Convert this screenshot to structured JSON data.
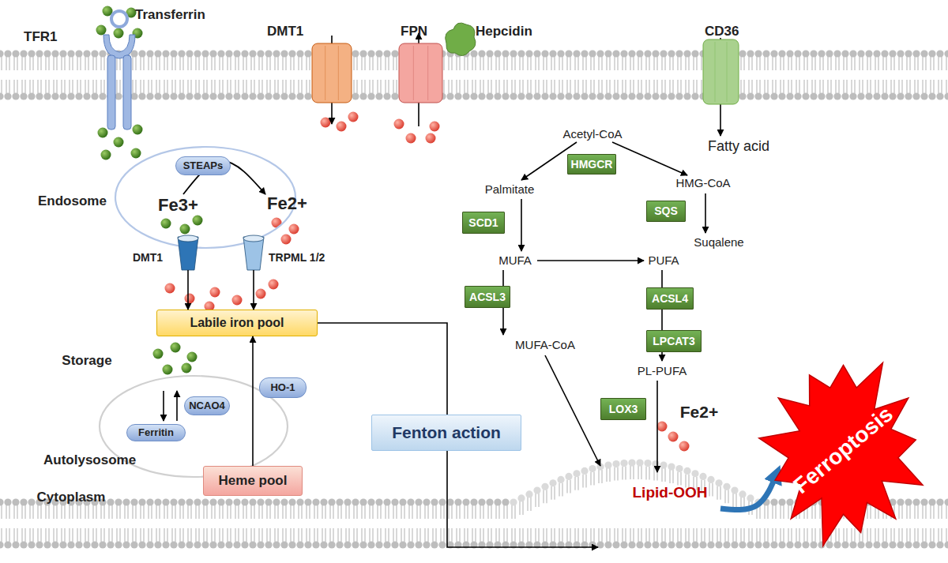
{
  "diagram": {
    "nodes": [
      {
        "text": [
          "TFR1"
        ]
      },
      {
        "text": [
          "Transferrin"
        ]
      },
      {
        "text": [
          "DMT1"
        ]
      },
      {
        "text": [
          "FPN"
        ]
      },
      {
        "text": [
          "Hepcidin"
        ]
      },
      {
        "text": [
          "CD36"
        ]
      },
      {
        "text": [
          "Endosome",
          "Fe3+",
          "Fe2+"
        ]
      },
      {
        "text": [
          "STEAPs"
        ],
        "in": 6
      },
      {
        "text": [
          "DMT1"
        ],
        "in": 6
      },
      {
        "text": [
          "TRPML 1/2"
        ],
        "in": 6
      },
      {
        "text": [
          "Labile iron pool"
        ]
      },
      {
        "text": [
          "Autolysosome"
        ]
      },
      {
        "text": [
          "Ferritin"
        ],
        "in": 11
      },
      {
        "text": [
          "NCAO4"
        ],
        "in": 11
      },
      {
        "text": [
          "HO-1"
        ]
      },
      {
        "text": [
          "Heme pool"
        ]
      },
      {
        "text": [
          "Fenton action"
        ]
      },
      {
        "text": [
          "HMGCR"
        ]
      },
      {
        "text": [
          "SCD1"
        ]
      },
      {
        "text": [
          "SQS"
        ]
      },
      {
        "text": [
          "ACSL3"
        ]
      },
      {
        "text": [
          "ACSL4"
        ]
      },
      {
        "text": [
          "LPCAT3"
        ]
      },
      {
        "text": [
          "LOX3"
        ]
      },
      {
        "text": [
          "Ferroptosis"
        ]
      }
    ],
    "edges": [
      {
        "from": 8,
        "to": 10,
        "arrow": "to"
      },
      {
        "from": 9,
        "to": 10,
        "arrow": "to"
      },
      {
        "from": 15,
        "to": 10,
        "arrow": "to"
      }
    ],
    "labels": [
      "Storage",
      "Cytoplasm",
      "Acetyl-CoA",
      "Palmitate",
      "HMG-CoA",
      "Suqalene",
      "MUFA",
      "PUFA",
      "MUFA-CoA",
      "PL-PUFA",
      "Fatty acid",
      "Fe2+",
      "Lipid-OOH"
    ]
  }
}
